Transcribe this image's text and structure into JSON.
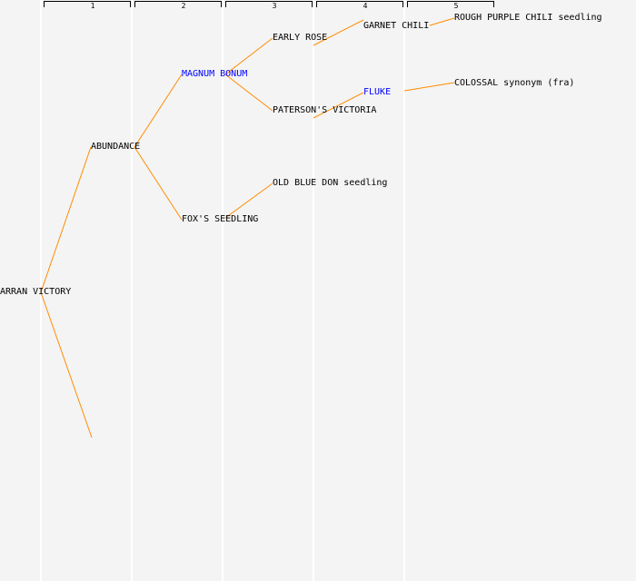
{
  "generations": [
    "1",
    "2",
    "3",
    "4",
    "5"
  ],
  "nodes": {
    "arran_victory": {
      "label": "ARRAN VICTORY"
    },
    "abundance": {
      "label": "ABUNDANCE"
    },
    "magnum_bonum": {
      "label": "MAGNUM BONUM"
    },
    "foxs_seedling": {
      "label": "FOX'S SEEDLING"
    },
    "early_rose": {
      "label": "EARLY ROSE"
    },
    "patersons_victoria": {
      "label": "PATERSON'S VICTORIA"
    },
    "old_blue_don": {
      "label": "OLD BLUE DON seedling"
    },
    "garnet_chili": {
      "label": "GARNET CHILI"
    },
    "fluke": {
      "label": "FLUKE"
    },
    "rough_purple_chili": {
      "label": "ROUGH PURPLE CHILI seedling"
    },
    "colossal": {
      "label": "COLOSSAL synonym (fra)"
    }
  },
  "colors": {
    "edge": "#ff8c00",
    "highlight": "#0000ff"
  }
}
